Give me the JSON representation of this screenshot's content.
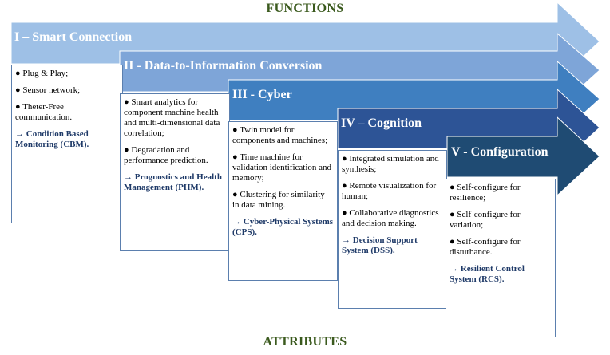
{
  "headers": {
    "top": "FUNCTIONS",
    "bottom": "ATTRIBUTES"
  },
  "colors": {
    "stage_1": "#9ec0e6",
    "stage_2": "#7ea5d8",
    "stage_3": "#3f7fc0",
    "stage_4": "#2d5496",
    "stage_5": "#1f4b73",
    "box_border": "#5b7fae",
    "header_text": "#3b5a1e",
    "outcome_text": "#1f3a68"
  },
  "stages": [
    {
      "title": "I – Smart Connection",
      "items": [
        "● Plug & Play;",
        "● Sensor network;",
        "● Theter-Free communication."
      ],
      "outcome": "→ Condition Based Monitoring (CBM)."
    },
    {
      "title": "II - Data-to-Information Conversion",
      "items": [
        "● Smart analytics for component machine health and multi-dimensional data correlation;",
        "● Degradation and performance prediction."
      ],
      "outcome": "→ Prognostics and Health Management (PHM)."
    },
    {
      "title": "III - Cyber",
      "items": [
        "● Twin model for components and machines;",
        "● Time machine for validation identification and memory;",
        "● Clustering for similarity in data mining."
      ],
      "outcome": "→ Cyber-Physical Systems (CPS)."
    },
    {
      "title": "IV – Cognition",
      "items": [
        "● Integrated simulation and synthesis;",
        "● Remote visualization for human;",
        "● Collaborative diagnostics and decision making."
      ],
      "outcome": "→ Decision Support System (DSS)."
    },
    {
      "title": "V - Configuration",
      "items": [
        "● Self-configure for resilience;",
        "● Self-configure for variation;",
        "● Self-configure for disturbance."
      ],
      "outcome": "→ Resilient Control System (RCS)."
    }
  ]
}
